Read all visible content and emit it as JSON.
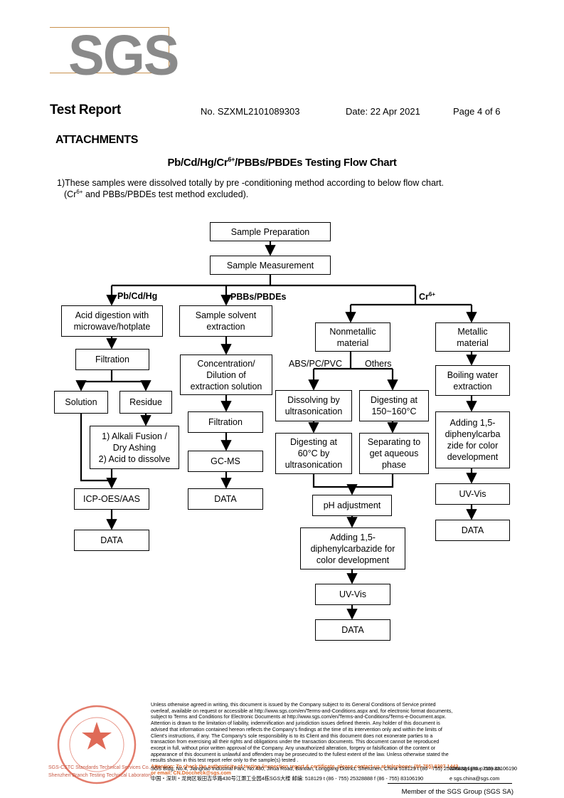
{
  "logo": {
    "text": "SGS",
    "accent_color": "#c9924e",
    "gray_color": "#8a8a8a"
  },
  "header": {
    "title": "Test Report",
    "report_no": "No. SZXML2101089303",
    "date": "Date: 22 Apr 2021",
    "page": "Page 4 of 6"
  },
  "section_title": "ATTACHMENTS",
  "flow_title": "Pb/Cd/Hg/Cr6+/PBBs/PBDEs Testing Flow Chart",
  "intro": {
    "line1": "1)These samples were dissolved totally by pre -conditioning method according to below flow chart.",
    "line2": "(Cr6+ and PBBs/PBDEs  test method excluded)."
  },
  "flow": {
    "top": {
      "prep": "Sample Preparation",
      "measure": "Sample Measurement"
    },
    "branch_labels": {
      "metals": "Pb/Cd/Hg",
      "pbbs": "PBBs/PBDEs",
      "cr": "Cr6+"
    },
    "metals": {
      "digestion": "Acid digestion with\nmicrowave/hotplate",
      "filtration": "Filtration",
      "solution": "Solution",
      "residue": "Residue",
      "fusion": "1) Alkali Fusion /\nDry Ashing\n2) Acid to dissolve",
      "icp": "ICP-OES/AAS",
      "data": "DATA"
    },
    "pbbs": {
      "extraction": "Sample solvent\nextraction",
      "concentration": "Concentration/\nDilution of\nextraction solution",
      "filtration": "Filtration",
      "gcms": "GC-MS",
      "data": "DATA"
    },
    "cr_nonmetal": {
      "material": "Nonmetallic\nmaterial",
      "abs_label": "ABS/PC/PVC",
      "others_label": "Others",
      "dissolving": "Dissolving by\nultrasonication",
      "digesting_hot": "Digesting at\n150~160°C",
      "digesting_60": "Digesting at\n60°C by\nultrasonication",
      "separating": "Separating to\nget aqueous\nphase",
      "ph": "pH adjustment",
      "adding": "Adding 1,5-\ndiphenylcarbazide for\ncolor development",
      "uvvis": "UV-Vis",
      "data": "DATA"
    },
    "cr_metal": {
      "material": "Metallic\nmaterial",
      "boiling": "Boiling water\nextraction",
      "adding": "Adding 1,5-\ndiphenylcarba\nzide for color\ndevelopment",
      "uvvis": "UV-Vis",
      "data": "DATA"
    }
  },
  "footer": {
    "fine_print": [
      "Unless otherwise agreed in writing, this document is issued by the Company subject to its General Conditions of Service printed",
      "overleaf, available on request or accessible at http://www.sgs.com/en/Terms-and-Conditions.aspx and, for electronic format documents,",
      "subject to Terms and Conditions for Electronic Documents at http://www.sgs.com/en/Terms-and-Conditions/Terms-e-Document.aspx.",
      "Attention is drawn to the limitation of liability, indemnification and jurisdiction issues defined therein. Any holder of this document is",
      "advised that information contained hereon reflects the Company's findings at the time of its intervention only and within the limits of",
      "Client's instructions, if any. The Company's sole responsibility is to its Client and this document does not exonerate parties to a",
      "transaction from exercising all their rights and obligations under the transaction documents. This document cannot be reproduced",
      "except in full, without prior written approval of the Company. Any unauthorized alteration, forgery or falsification of the content or",
      "appearance of this document is unlawful and offenders may be prosecuted to the fullest extent of the law. Unless otherwise stated the",
      "results shown in this test report refer only to the sample(s) tested ."
    ],
    "attention": "Attention: To check the authenticity of testing /inspection report & certificate, please contact us at telephone: (86-755) 8307 1443,",
    "email": "or email: CN.Doccheck@sgs.com",
    "address_en": "SGS Bldg, No.4, Jianghao Industrial Park, No.430, Jihua Road, Bantian, Longgang District, Shenzhen, China  518129   t (86 - 755) 25328888   f (86 - 755) 83106190",
    "address_cn": "中国・深圳・龙岗区坂田吉华路430号江灏工业园4栋SGS大楼    邮编: 518129   t (86 - 755) 25328888   f (86 - 755) 83106190",
    "web": "www.sgsgroup.com.cn",
    "mail": "e  sgs.china@sgs.com",
    "stamp_left_1": "SGS-CSTC Standards Technical Services Co., Ltd.",
    "stamp_left_2": "Shenzhen Branch Testing Technical Laboratory",
    "member": "Member of the SGS Group (SGS SA)"
  }
}
